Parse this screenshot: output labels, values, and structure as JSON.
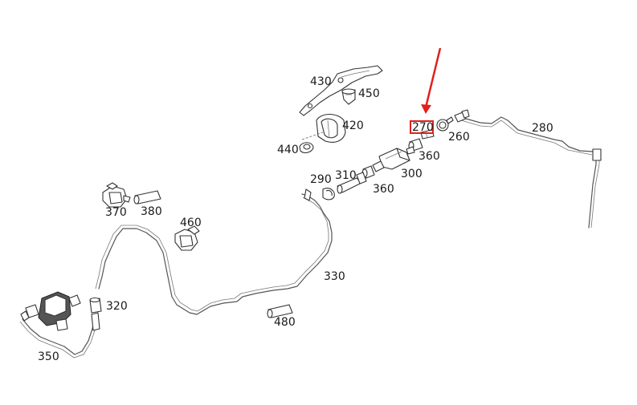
{
  "diagram": {
    "labels": {
      "p430": "430",
      "p450": "450",
      "p420": "420",
      "p440": "440",
      "p270": "270",
      "p260": "260",
      "p280": "280",
      "p360a": "360",
      "p300": "300",
      "p310": "310",
      "p290": "290",
      "p360b": "360",
      "p370": "370",
      "p380": "380",
      "p460": "460",
      "p330": "330",
      "p320": "320",
      "p480": "480",
      "p350": "350"
    },
    "highlight": {
      "part": "270",
      "color": "#e0201b"
    },
    "colors": {
      "line": "#555555",
      "background": "#ffffff"
    }
  }
}
